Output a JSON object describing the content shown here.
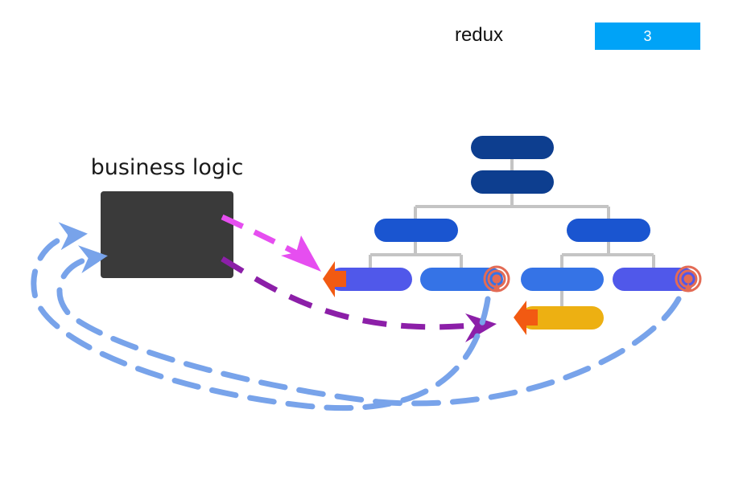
{
  "header": {
    "title": "redux",
    "page_badge": "3"
  },
  "diagram": {
    "business_logic_label": "business logic",
    "colors": {
      "business_logic_box": "#3a3a3a",
      "root_node": "#0d3e8f",
      "level1_node": "#1a55d0",
      "level2_node": "#3573e6",
      "level2_violet_node": "#5058ea",
      "leaf_node": "#edb012",
      "tree_lines": "#c4c4c4",
      "dispatch_arrow": "#e64ef0",
      "update_arrow": "#8c1fa8",
      "subscribe_arrows": "#78a3ea",
      "speaker_icon": "#f25a12",
      "broadcast_icon": "#e36b55",
      "page_badge": "#00a3f7"
    }
  }
}
